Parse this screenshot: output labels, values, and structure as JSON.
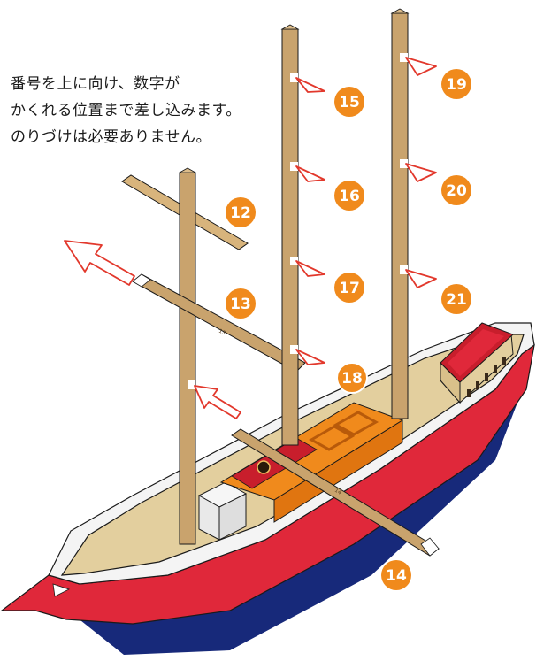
{
  "instructions": {
    "line1": "番号を上に向け、数字が",
    "line2": "かくれる位置まで差し込みます。",
    "line3": "のりづけは必要ありません。"
  },
  "badges": {
    "b12": "12",
    "b13": "13",
    "b14": "14",
    "b15": "15",
    "b16": "16",
    "b17": "17",
    "b18": "18",
    "b19": "19",
    "b20": "20",
    "b21": "21"
  },
  "part_labels": {
    "yard13": "13",
    "yard14": "14"
  },
  "colors": {
    "badge": "#f08a1c",
    "arrow": "#e2382c",
    "hull_red": "#e0283a",
    "hull_blue": "#17297a",
    "deck": "#e3cf9e",
    "mast": "#c9a36d",
    "cabin_orange": "#f08a1c",
    "cabin_red": "#c81e2c"
  }
}
